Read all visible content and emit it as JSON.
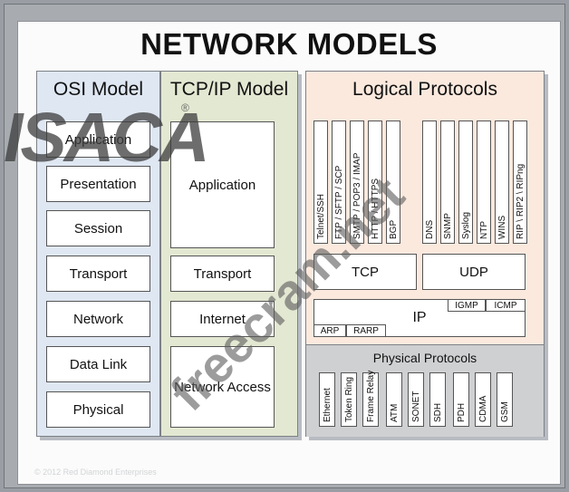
{
  "diagram": {
    "title": "NETWORK MODELS",
    "osi": {
      "heading": "OSI Model",
      "layers": [
        "Application",
        "Presentation",
        "Session",
        "Transport",
        "Network",
        "Data Link",
        "Physical"
      ]
    },
    "tcpip": {
      "heading": "TCP/IP Model",
      "layers": [
        "Application",
        "Transport",
        "Internet",
        "Network Access"
      ]
    },
    "logical": {
      "heading": "Logical Protocols",
      "tcp_apps": [
        "Telnet/SSH",
        "FTP / SFTP / SCP",
        "SMTP / POP3 / IMAP",
        "HTTP / HTTPS",
        "BGP"
      ],
      "udp_apps": [
        "DNS",
        "SNMP",
        "Syslog",
        "NTP",
        "WINS",
        "RIP \\ RIP2 \\ RIPng"
      ],
      "tcp": "TCP",
      "udp": "UDP",
      "ip": "IP",
      "igmp": "IGMP",
      "icmp": "ICMP",
      "arp": "ARP",
      "rarp": "RARP"
    },
    "physical": {
      "heading": "Physical Protocols",
      "items": [
        "Ethernet",
        "Token Ring",
        "Frame Relay",
        "ATM",
        "SONET",
        "SDH",
        "PDH",
        "CDMA",
        "GSM"
      ]
    },
    "colors": {
      "osi_bg": "#dfe7f2",
      "tcpip_bg": "#e3e8d2",
      "logical_bg": "#fbe9de",
      "physical_bg": "#cfd0d2"
    }
  },
  "watermarks": {
    "isaca": "ISACA",
    "registered": "®",
    "site": "freecram.net"
  },
  "footer": "© 2012 Red Diamond Enterprises"
}
